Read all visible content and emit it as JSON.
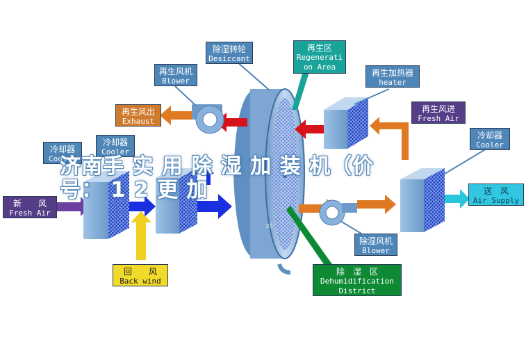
{
  "labels": {
    "desiccant": {
      "zh": "除湿转轮",
      "en": "Desiccant"
    },
    "regeneration": {
      "zh": "再生区",
      "en": "Regenerati",
      "en2": "on Area"
    },
    "blower_top": {
      "zh": "再生风机",
      "en": "Blower"
    },
    "heater": {
      "zh": "再生加热器",
      "en": "heater"
    },
    "exhaust": {
      "zh": "再生风出",
      "en": "Exhaust"
    },
    "fresh_in": {
      "zh": "再生风进",
      "en": "Fresh Air"
    },
    "cooler_right": {
      "zh": "冷却器",
      "en": "Cooler"
    },
    "cooler_left": {
      "zh": "冷却器",
      "en": "Cooler"
    },
    "cooler_mid": {
      "zh": "冷却器",
      "en": "Cooler"
    },
    "fresh_air": {
      "zh": "新　　风",
      "en": "Fresh Air"
    },
    "supply": {
      "zh": "送　风",
      "en": "Air Supply"
    },
    "back_wind": {
      "zh": "回　　风",
      "en": "Back wind"
    },
    "blower_bottom": {
      "zh": "除湿风机",
      "en": "Blower"
    },
    "dehum": {
      "zh": "除　湿　区",
      "en": "Dehumidification",
      "en2": "District"
    }
  },
  "overlay": {
    "line1": "济南手 实   用 除 湿 加 装 机（价",
    "line2": "                    号：  1    2      更 加"
  },
  "watermark": "xt",
  "colors": {
    "label_blue": "#4f86b8",
    "label_teal": "#1aa39a",
    "label_orange": "#d07a2d",
    "label_purple": "#563d88",
    "label_cyan": "#31c7e0",
    "label_yellow": "#f1da2a",
    "label_green": "#0f8a34",
    "arrow_red": "#d8121b",
    "arrow_blue": "#1a2fe0",
    "arrow_orange": "#e07a22",
    "arrow_purple": "#6a3fa0",
    "arrow_cyan": "#27c6dc",
    "arrow_yellow": "#f0d020"
  }
}
